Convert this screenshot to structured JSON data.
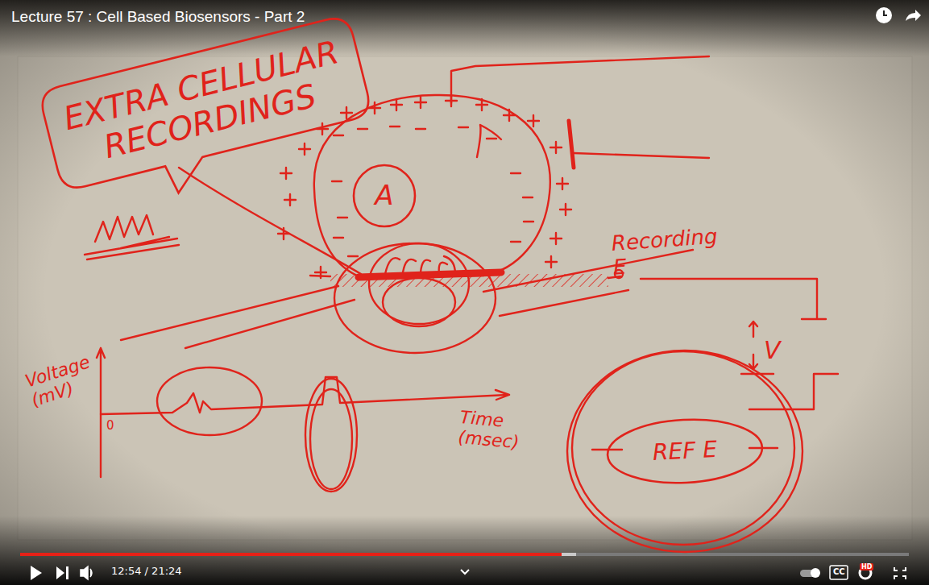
{
  "diagram": {
    "title": "Lecture 57 : Cell Based Biosensors - Part 2",
    "nodes": [
      {
        "text": [
          "EXTRA CELLULAR RECORDINGS"
        ]
      },
      {
        "text": [
          "A"
        ]
      },
      {
        "text": [
          "REF E"
        ]
      }
    ],
    "labels": [
      "Recording E",
      "V",
      "Voltage (mV)",
      "0",
      "Time (msec)",
      "12:54 / 21:24",
      "CC",
      "HD"
    ]
  }
}
